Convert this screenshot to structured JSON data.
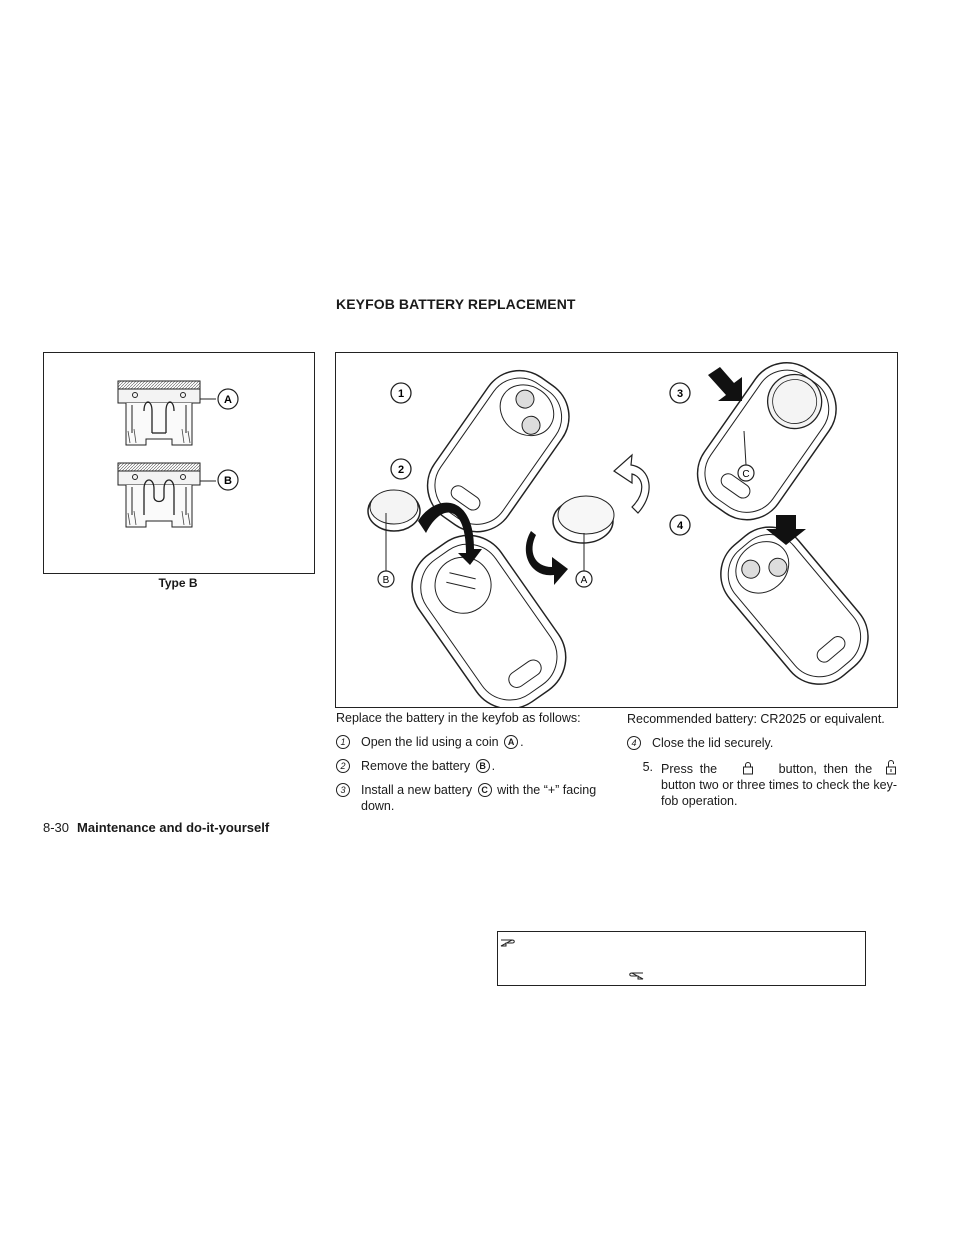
{
  "section": {
    "heading": "KEYFOB BATTERY REPLACEMENT"
  },
  "fuse_figure": {
    "callouts": [
      "A",
      "B"
    ],
    "caption": "Type B"
  },
  "keyfob_figure": {
    "step_numbers": [
      "1",
      "2",
      "3",
      "4"
    ],
    "callouts": [
      "A",
      "B",
      "C"
    ]
  },
  "instructions": {
    "intro": "Replace the battery in the keyfob as follows:",
    "steps": [
      {
        "num": "1",
        "before": "Open the lid using a coin",
        "callout": "A",
        "after": "."
      },
      {
        "num": "2",
        "before": "Remove the battery",
        "callout": "B",
        "after": "."
      },
      {
        "num": "3",
        "before": "Install a new battery",
        "callout": "C",
        "after": "with the “+” facing down."
      }
    ],
    "recommended": "Recommended battery: CR2025 or equivalent.",
    "step4": {
      "num": "4",
      "text": "Close the lid securely."
    },
    "step5": {
      "num": "5.",
      "part1": "Press the",
      "part2": "button, then the",
      "part3": "button two or three times to check the key-fob operation."
    }
  },
  "footer": {
    "page_number": "8-30",
    "section_title": "Maintenance and do-it-yourself"
  },
  "icons": [
    "lock-icon",
    "unlock-icon",
    "pointing-hand-icon"
  ]
}
